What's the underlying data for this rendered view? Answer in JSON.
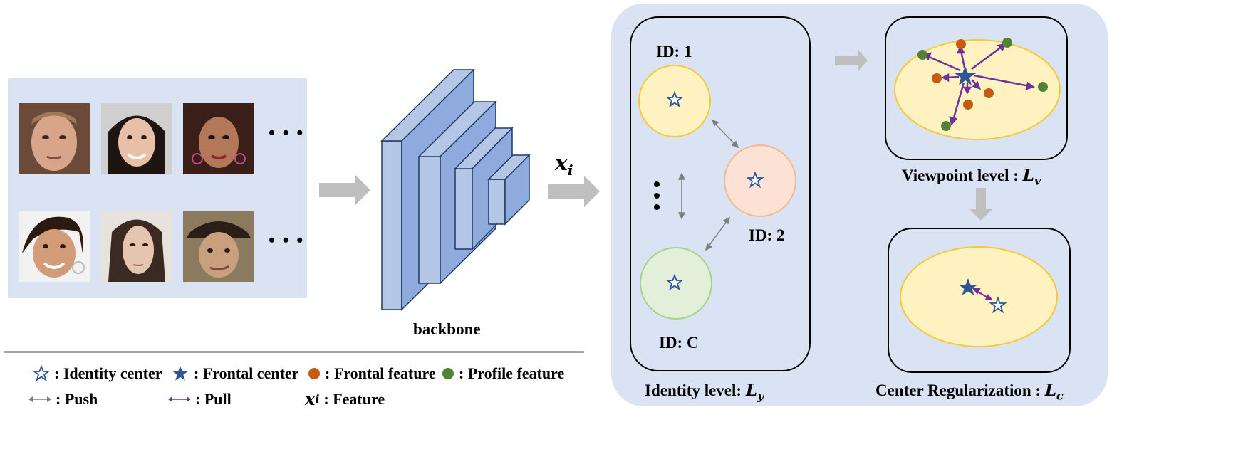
{
  "input_images": {
    "ellipsis_top": "• • •",
    "ellipsis_bottom": "• • •"
  },
  "backbone": {
    "label": "backbone",
    "output_symbol": "x",
    "output_subscript": "i"
  },
  "identity_panel": {
    "clusters": [
      {
        "label": "ID: 1",
        "color": "#fef2c0",
        "border": "#f7c936"
      },
      {
        "label": "ID: 2",
        "color": "#fbe2d4",
        "border": "#f6b88e"
      },
      {
        "label": "ID: C",
        "color": "#e2efd9",
        "border": "#a9d18e"
      }
    ],
    "vertical_ellipsis": "⋮",
    "title_prefix": "Identity level: ",
    "title_math": "L",
    "title_sub": "y"
  },
  "viewpoint_panel": {
    "title_prefix": "Viewpoint level : ",
    "title_math": "L",
    "title_sub": "v"
  },
  "center_panel": {
    "title_prefix": "Center Regularization : ",
    "title_math": "L",
    "title_sub": "c"
  },
  "legend": {
    "identity_center": ": Identity center",
    "frontal_center": ": Frontal center",
    "frontal_feature": ": Frontal feature",
    "profile_feature": ": Profile feature",
    "push": ": Push",
    "pull": ": Pull",
    "feature_symbol": "x",
    "feature_subscript": "i",
    "feature": " : Feature"
  },
  "colors": {
    "panel_bg": "#dae3f3",
    "cube_front": "#b4c7e7",
    "cube_dark": "#8faadc",
    "cube_side": "#97a8c6",
    "arrow_gray": "#bfbfbf",
    "push_arrow": "#7f7f7f",
    "pull_arrow": "#7030a0",
    "star_blue": "#2f5597",
    "frontal_feature": "#c55a11",
    "profile_feature": "#548235",
    "viewpoint_ellipse": "#fef2c0",
    "viewpoint_ellipse_border": "#f7c936"
  }
}
